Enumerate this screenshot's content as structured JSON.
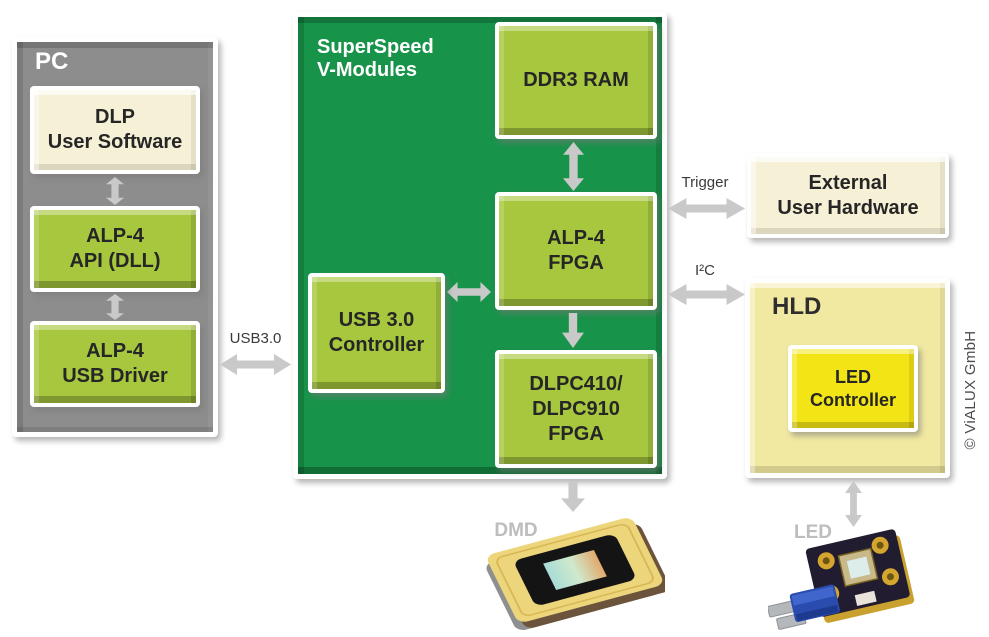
{
  "colors": {
    "container_green": "#18934A",
    "module_green": "#A6C73E",
    "pc_gray": "#8D8D8D",
    "cream": "#F6F1D6",
    "hld_yellow": "#F1E9A1",
    "led_controller_yellow": "#F3E515",
    "arrow_gray": "#C9C9C9",
    "photo_label_gray": "#BDBDBD"
  },
  "pc": {
    "title": "PC",
    "dlp_user_software": {
      "line1": "DLP",
      "line2": "User Software"
    },
    "alp4_api": {
      "line1": "ALP-4",
      "line2": "API (DLL)"
    },
    "alp4_usb_driver": {
      "line1": "ALP-4",
      "line2": "USB Driver"
    }
  },
  "superspeed": {
    "title_line1": "SuperSpeed",
    "title_line2": "V-Modules",
    "ddr3_ram": "DDR3 RAM",
    "alp4_fpga": {
      "line1": "ALP-4",
      "line2": "FPGA"
    },
    "usb3_controller": {
      "line1": "USB 3.0",
      "line2": "Controller"
    },
    "dlpc_fpga": {
      "line1": "DLPC410/",
      "line2": "DLPC910",
      "line3": "FPGA"
    }
  },
  "external_hardware": {
    "line1": "External",
    "line2": "User Hardware"
  },
  "hld": {
    "title": "HLD",
    "led_controller": {
      "line1": "LED",
      "line2": "Controller"
    }
  },
  "connections": {
    "usb3": "USB3.0",
    "trigger": "Trigger",
    "i2c": "I²C",
    "dmd": "DMD",
    "led": "LED"
  },
  "copyright": "© ViALUX GmbH"
}
